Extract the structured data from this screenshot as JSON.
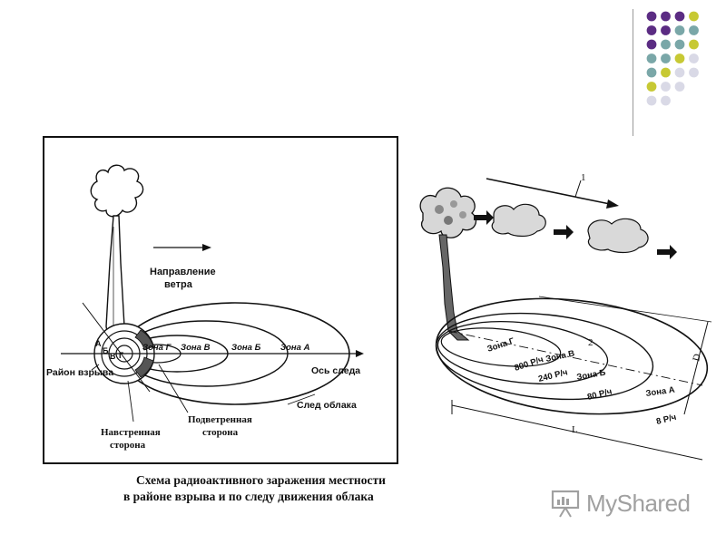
{
  "decor": {
    "dot_rows": [
      [
        "#5b2c83",
        "#5b2c83",
        "#5b2c83",
        "#c7c934"
      ],
      [
        "#5b2c83",
        "#5b2c83",
        "#7aa7a8",
        "#7aa7a8"
      ],
      [
        "#5b2c83",
        "#7aa7a8",
        "#7aa7a8",
        "#c7c934"
      ],
      [
        "#7aa7a8",
        "#7aa7a8",
        "#c7c934",
        "#d9d9e6"
      ],
      [
        "#7aa7a8",
        "#c7c934",
        "#d9d9e6",
        "#d9d9e6"
      ],
      [
        "#c7c934",
        "#d9d9e6",
        "#d9d9e6"
      ],
      [
        "#d9d9e6",
        "#d9d9e6"
      ]
    ]
  },
  "left_diagram": {
    "wind_direction_line1": "Направление",
    "wind_direction_line2": "ветра",
    "zones": [
      "Зона Г",
      "Зона В",
      "Зона Б",
      "Зона А"
    ],
    "near_zone_letters": [
      "А",
      "Б",
      "В",
      "Г"
    ],
    "trace_axis": "Ось следа",
    "explosion_area": "Район взрыва",
    "cloud_trace": "След облака",
    "leeward_line1": "Подветренная",
    "leeward_line2": "сторона",
    "windward_line1": "Навстренная",
    "windward_line2": "сторона"
  },
  "right_diagram": {
    "label_1": "1",
    "label_2": "2",
    "zone_g": "Зона Г",
    "zone_v": "Зона В",
    "zone_b": "Зона Б",
    "zone_a": "Зона А",
    "rate_800": "800 Р/ч",
    "rate_240": "240 Р/ч",
    "rate_80": "80 Р/ч",
    "rate_8": "8 Р/ч",
    "dim_L": "L",
    "dim_D": "D"
  },
  "caption": {
    "line1": "Схема радиоактивного заражения местности",
    "line2": "в районе взрыва и по следу движения облака"
  },
  "logo": {
    "text": "MyShared"
  }
}
